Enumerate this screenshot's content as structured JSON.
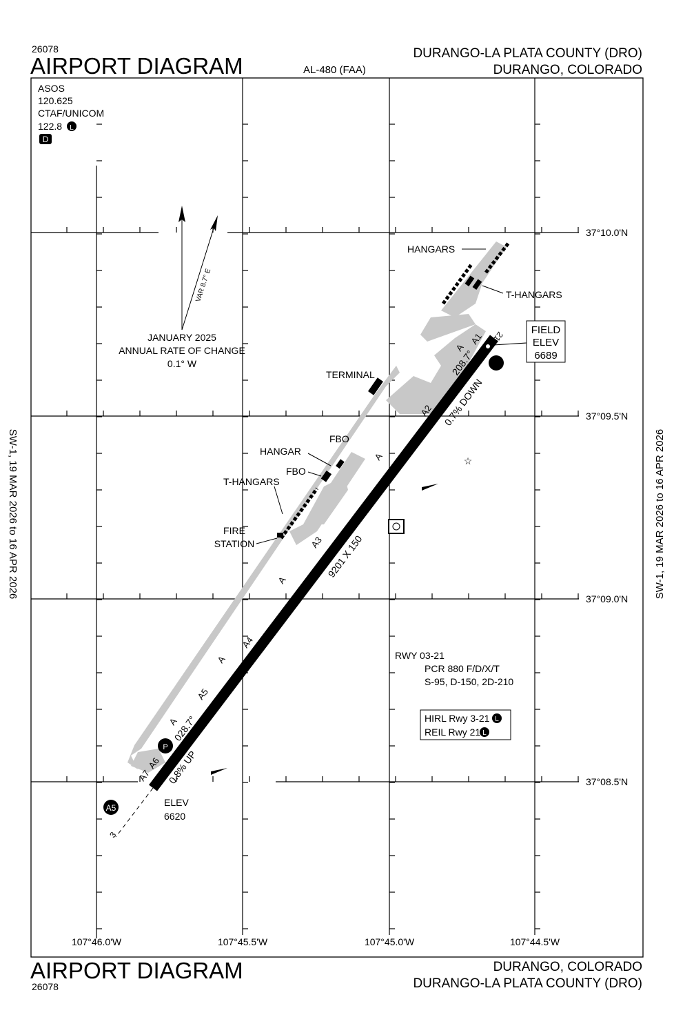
{
  "header": {
    "chart_number": "26078",
    "title": "AIRPORT DIAGRAM",
    "procedure_id": "AL-480 (FAA)",
    "airport_name": "DURANGO-LA PLATA COUNTY (DRO)",
    "city_state": "DURANGO, COLORADO"
  },
  "footer": {
    "title": "AIRPORT DIAGRAM",
    "chart_number": "26078",
    "city_state": "DURANGO, COLORADO",
    "airport_name": "DURANGO-LA PLATA COUNTY (DRO)"
  },
  "side_dates": {
    "left": "SW-1, 19 MAR 2026  to  16 APR 2026",
    "right": "SW-1, 19 MAR 2026  to  16 APR 2026"
  },
  "comms": {
    "asos_label": "ASOS",
    "asos_freq": "120.625",
    "ctaf_label": "CTAF/UNICOM",
    "ctaf_freq": "122.8",
    "lighting_badge": "L",
    "d_badge": "D"
  },
  "magnetic": {
    "var_label": "VAR 8.7° E",
    "date": "JANUARY 2025",
    "rate_label": "ANNUAL RATE OF CHANGE",
    "rate_value": "0.1° W"
  },
  "latitudes": [
    "37°10.0'N",
    "37°09.5'N",
    "37°09.0'N",
    "37°08.5'N"
  ],
  "longitudes": [
    "107°46.0'W",
    "107°45.5'W",
    "107°45.0'W",
    "107°44.5'W"
  ],
  "runway": {
    "dims": "9201 X 150",
    "end_21": "21",
    "end_3": "3",
    "heading_21": "208.7°",
    "heading_03": "028.7°",
    "slope_21": "0.7% DOWN",
    "slope_03": "0.8% UP",
    "elev_label": "ELEV",
    "elev_value": "6620"
  },
  "field_elev": {
    "line1": "FIELD",
    "line2": "ELEV",
    "value": "6689"
  },
  "taxiways": [
    "A",
    "A1",
    "A2",
    "A3",
    "A4",
    "A5",
    "A6",
    "A7"
  ],
  "hotspot": "A5",
  "parking_badge": "P",
  "labels": {
    "hangars": "HANGARS",
    "t_hangars_n": "T-HANGARS",
    "terminal": "TERMINAL",
    "hangar": "HANGAR",
    "fbo1": "FBO",
    "fbo2": "FBO",
    "t_hangars_s": "T-HANGARS",
    "fire1": "FIRE",
    "fire2": "STATION"
  },
  "rwy_info": {
    "title": "RWY 03-21",
    "pcr": "PCR 880 F/D/X/T",
    "weights": "S-95, D-150, 2D-210"
  },
  "lighting": {
    "hirl": "HIRL Rwy 3-21",
    "reil": "REIL Rwy 21",
    "badge": "L"
  }
}
